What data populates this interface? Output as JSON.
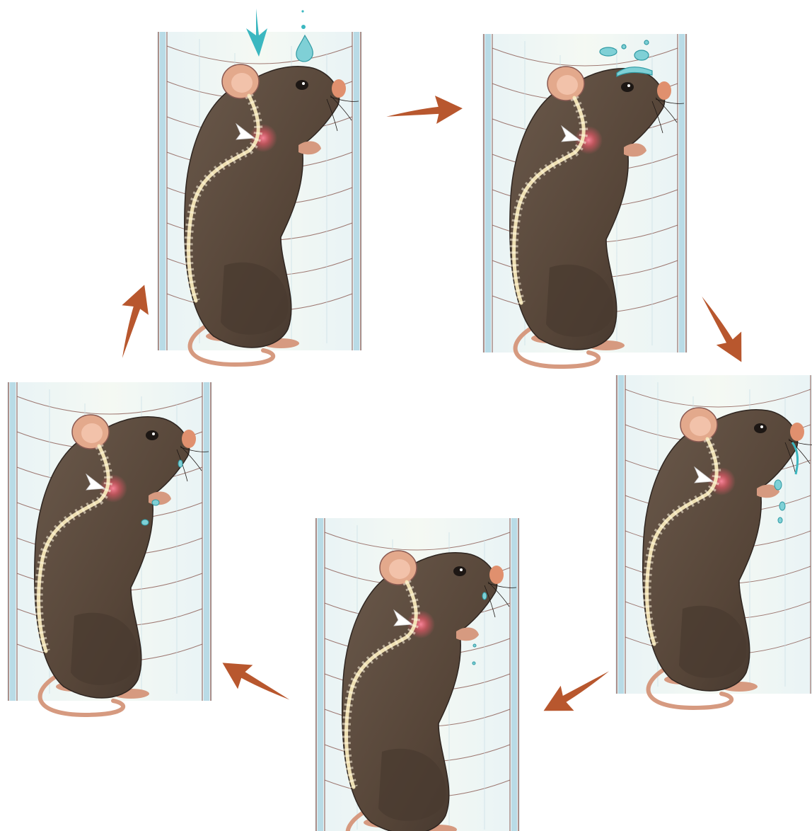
{
  "colors": {
    "arrow": "#b8572e",
    "drop": "#3bb7c0",
    "tube_edge": "#9ccfdc",
    "ring": "#8a5a52",
    "fur": "#5b4b3f",
    "fur_dark": "#3f332b",
    "ear": "#e3a98c",
    "tail": "#d69a80",
    "spine": "#f6e7b8",
    "pain_glow": "#ff5a6e",
    "water": "#7fd0d6"
  },
  "icons": {
    "stimulus_arrow": "down-arrow-icon",
    "stage_indicator": "white-arrowhead-icon",
    "cycle_arrow": "curved-arrow-icon"
  },
  "panels": [
    {
      "name": "panel-1-drop-approaching",
      "pose": "upright",
      "water": "falling-drop"
    },
    {
      "name": "panel-2-drop-splash",
      "pose": "upright",
      "water": "splash-on-head"
    },
    {
      "name": "panel-3-face-grooming",
      "pose": "hunched",
      "water": "dripping-face"
    },
    {
      "name": "panel-4-head-wiping",
      "pose": "looking-up",
      "water": "dripping-chin"
    },
    {
      "name": "panel-5-body-grooming",
      "pose": "upright",
      "water": "drops-on-paws"
    }
  ]
}
